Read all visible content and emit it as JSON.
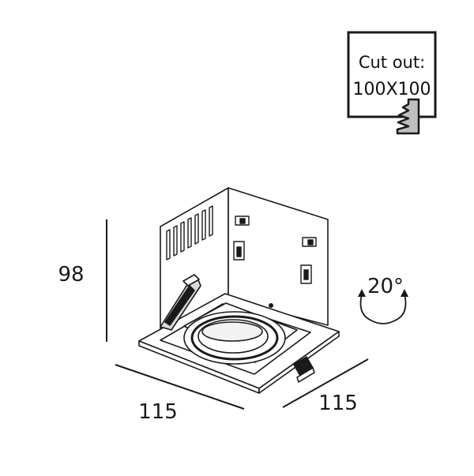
{
  "cutout": {
    "label": "Cut out:",
    "value": "100X100",
    "icon": "saw-icon"
  },
  "dimensions": {
    "height": "98",
    "width": "115",
    "depth": "115",
    "tilt": "20°"
  },
  "colors": {
    "line": "#1a1a1a",
    "background": "#ffffff",
    "shade": "#bfbfbf"
  }
}
